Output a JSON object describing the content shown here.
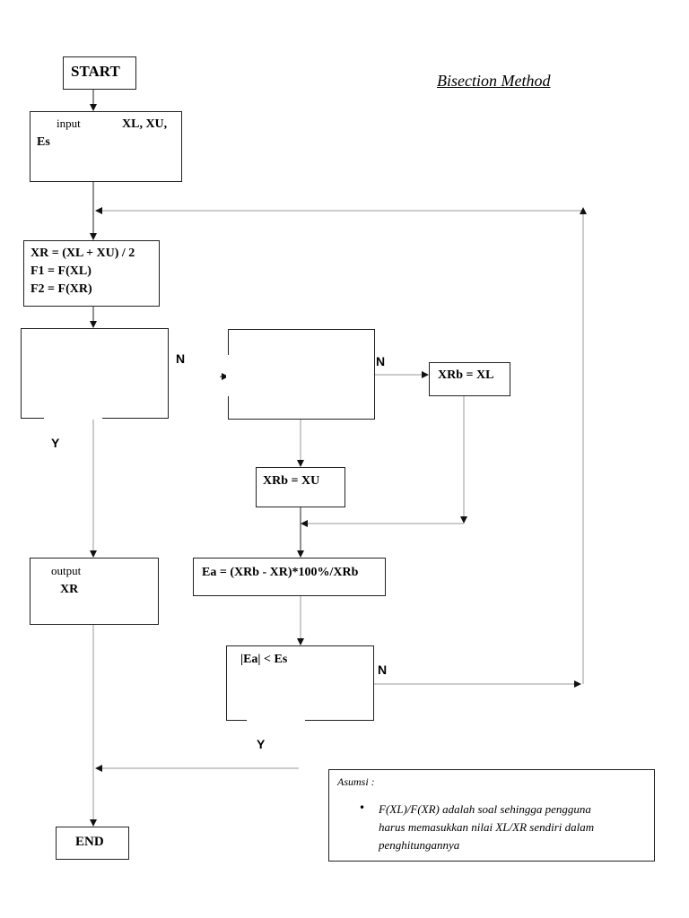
{
  "diagram": {
    "title": "Bisection Method",
    "start_label": "START",
    "input_label": "input",
    "input_vars": "XL, XU,",
    "input_vars2": "Es",
    "compute_lines": [
      "XR = (XL + XU) / 2",
      "F1 = F(XL)",
      "F2 = F(XR)"
    ],
    "decision1_no": "N",
    "decision1_yes": "Y",
    "decision2_no": "N",
    "assign_xl": "XRb = XL",
    "assign_xu": "XRb = XU",
    "output_label": "output",
    "output_var": "XR",
    "error_formula": "Ea = (XRb - XR)*100%/XRb",
    "check_label": "|Ea| < Es",
    "check_no": "N",
    "check_yes": "Y",
    "end_label": "END",
    "note_title": "Asumsi :",
    "note_bullet": "F(XL)/F(XR) adalah soal sehingga pengguna harus memasukkan nilai XL/XR sendiri dalam penghitungannya",
    "note_lines": [
      "F(XL)/F(XR) adalah soal sehingga pengguna",
      "harus memasukkan nilai XL/XR sendiri dalam",
      "penghitungannya"
    ]
  }
}
